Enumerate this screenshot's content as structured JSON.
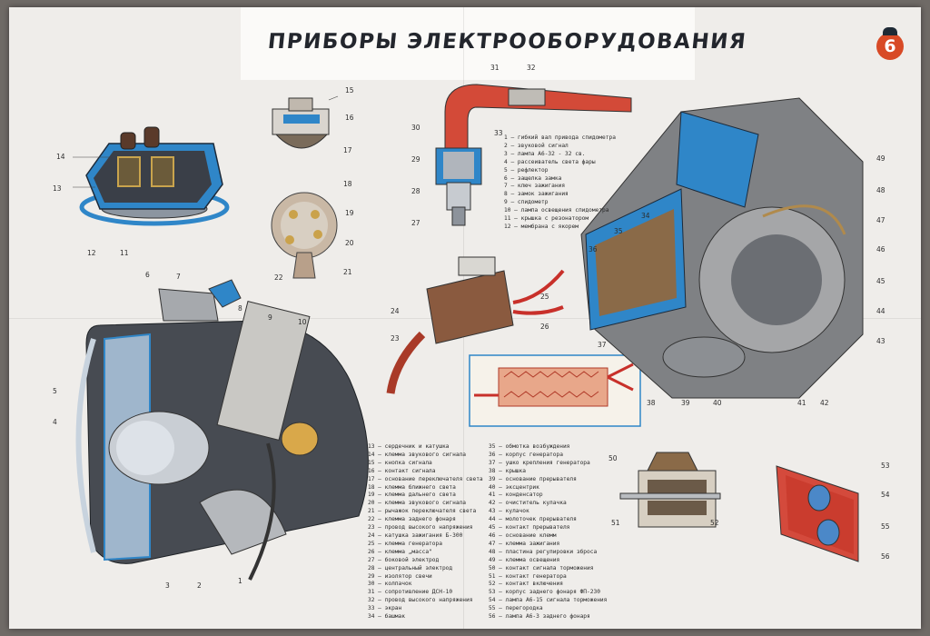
{
  "poster": {
    "title": "ПРИБОРЫ ЭЛЕКТРООБОРУДОВАНИЯ",
    "sheet_number": "6"
  },
  "callouts": [
    {
      "n": "1"
    },
    {
      "n": "2"
    },
    {
      "n": "3"
    },
    {
      "n": "4"
    },
    {
      "n": "5"
    },
    {
      "n": "6"
    },
    {
      "n": "7"
    },
    {
      "n": "8"
    },
    {
      "n": "9"
    },
    {
      "n": "10"
    },
    {
      "n": "11"
    },
    {
      "n": "12"
    },
    {
      "n": "13"
    },
    {
      "n": "14"
    },
    {
      "n": "15"
    },
    {
      "n": "16"
    },
    {
      "n": "17"
    },
    {
      "n": "18"
    },
    {
      "n": "19"
    },
    {
      "n": "20"
    },
    {
      "n": "21"
    },
    {
      "n": "22"
    },
    {
      "n": "23"
    },
    {
      "n": "24"
    },
    {
      "n": "25"
    },
    {
      "n": "26"
    },
    {
      "n": "27"
    },
    {
      "n": "28"
    },
    {
      "n": "29"
    },
    {
      "n": "30"
    },
    {
      "n": "31"
    },
    {
      "n": "32"
    },
    {
      "n": "33"
    },
    {
      "n": "34"
    },
    {
      "n": "35"
    },
    {
      "n": "36"
    },
    {
      "n": "37"
    },
    {
      "n": "38"
    },
    {
      "n": "39"
    },
    {
      "n": "40"
    },
    {
      "n": "41"
    },
    {
      "n": "42"
    },
    {
      "n": "43"
    },
    {
      "n": "44"
    },
    {
      "n": "45"
    },
    {
      "n": "46"
    },
    {
      "n": "47"
    },
    {
      "n": "48"
    },
    {
      "n": "49"
    },
    {
      "n": "50"
    },
    {
      "n": "51"
    },
    {
      "n": "52"
    },
    {
      "n": "53"
    },
    {
      "n": "54"
    },
    {
      "n": "55"
    },
    {
      "n": "56"
    }
  ],
  "legend_top": [
    "1 — гибкий вал привода спидометра",
    "2 — звуковой сигнал",
    "3 — лампа А6-32 - 32 св.",
    "4 — рассеиватель света фары",
    "5 — рефлектор",
    "6 — защелка замка",
    "7 — ключ зажигания",
    "8 — замок зажигания",
    "9 — спидометр",
    "10 — лампа освещения спидометра",
    "11 — крышка с резонатором",
    "12 — мембрана с якорем"
  ],
  "legend_left": [
    "13 — сердечник и катушка",
    "14 — клемма звукового сигнала",
    "15 — кнопка сигнала",
    "16 — контакт сигнала",
    "17 — основание переключателя света",
    "18 — клемма ближнего света",
    "19 — клемма дальнего света",
    "20 — клемма звукового сигнала",
    "21 — рычажок переключателя света",
    "22 — клемма заднего фонаря",
    "23 — провод высокого напряжения",
    "24 — катушка зажигания Б-300",
    "25 — клемма генератора",
    "26 — клемма „масса\"",
    "27 — боковой электрод",
    "28 — центральный электрод",
    "29 — изолятор свечи",
    "30 — колпачок",
    "31 — сопротивление ДСН-10",
    "32 — провод высокого напряжения",
    "33 — экран",
    "34 — башмак"
  ],
  "legend_right": [
    "35 — обмотка возбуждения",
    "36 — корпус генератора",
    "37 — ушко крепления генератора",
    "38 — крышка",
    "39 — основание прерывателя",
    "40 — эксцентрик",
    "41 — конденсатор",
    "42 — очиститель кулачка",
    "43 — кулачок",
    "44 — молоточек прерывателя",
    "45 — контакт прерывателя",
    "46 — основание клемм",
    "47 — клемма зажигания",
    "48 — пластина регулировки зброса",
    "49 — клемма освещения",
    "50 — контакт сигнала торможения",
    "51 — контакт генератора",
    "52 — контакт включения",
    "53 — корпус заднего фонаря ФП-230",
    "54 — лампа А6-15 сигнала торможения",
    "55 — перегородка",
    "56 — лампа А6-3 заднего фонаря"
  ],
  "colors": {
    "paper": "#efedea",
    "cutaway_blue": "#2f86c8",
    "accent_red": "#c8302a",
    "ink": "#23262d"
  }
}
